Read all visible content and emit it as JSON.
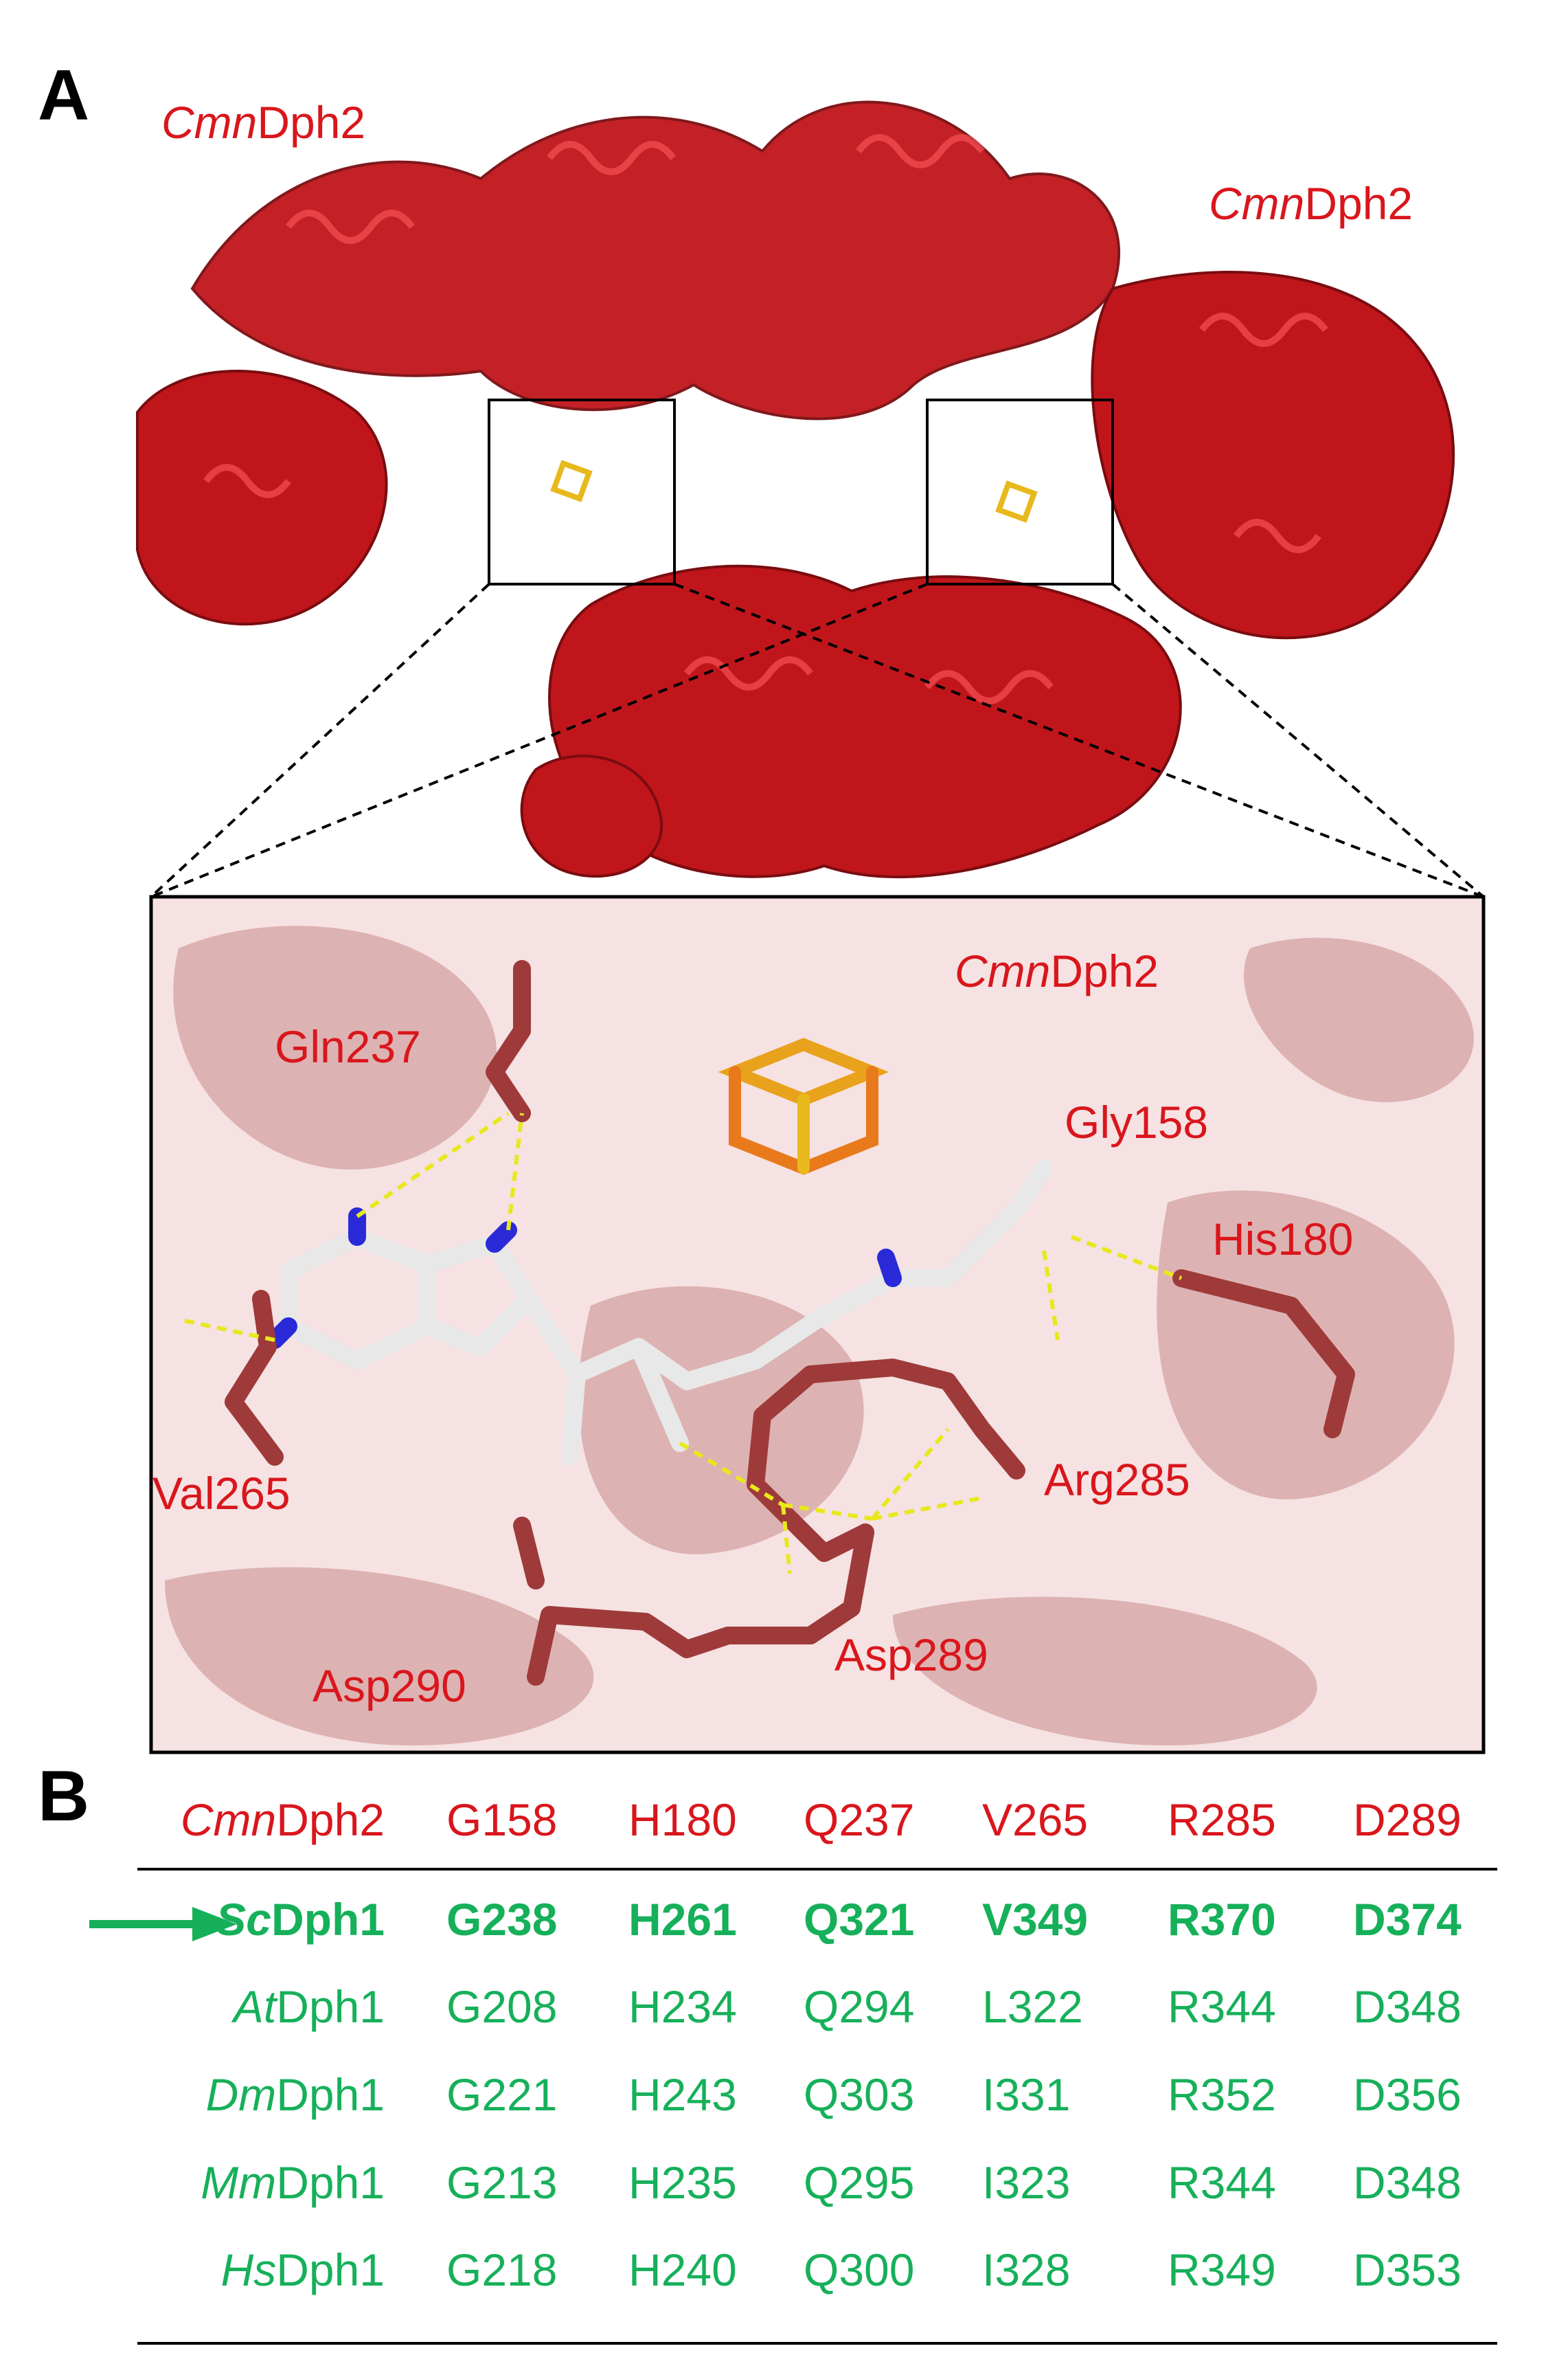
{
  "figure": {
    "panel_a_letter": "A",
    "panel_b_letter": "B",
    "structure_labels": {
      "top_left": {
        "italic": "Cmn",
        "rest": "Dph2"
      },
      "top_right": {
        "italic": "Cmn",
        "rest": "Dph2"
      },
      "inset": {
        "italic": "Cmn",
        "rest": "Dph2"
      }
    },
    "residue_labels": [
      "Gln237",
      "Gly158",
      "His180",
      "Val265",
      "Arg285",
      "Asp289",
      "Asp290"
    ]
  },
  "table": {
    "header": {
      "species_italic": "Cmn",
      "species_rest": "Dph2",
      "residues": [
        "G158",
        "H180",
        "Q237",
        "V265",
        "R285",
        "D289"
      ]
    },
    "rows": [
      {
        "species_italic": "Sc",
        "species_rest": "Dph1",
        "residues": [
          "G238",
          "H261",
          "Q321",
          "V349",
          "R370",
          "D374"
        ],
        "highlighted": true
      },
      {
        "species_italic": "At",
        "species_rest": "Dph1",
        "residues": [
          "G208",
          "H234",
          "Q294",
          "L322",
          "R344",
          "D348"
        ]
      },
      {
        "species_italic": "Dm",
        "species_rest": "Dph1",
        "residues": [
          "G221",
          "H243",
          "Q303",
          "I331",
          "R352",
          "D356"
        ]
      },
      {
        "species_italic": "Mm",
        "species_rest": "Dph1",
        "residues": [
          "G213",
          "H235",
          "Q295",
          "I323",
          "R344",
          "D348"
        ]
      },
      {
        "species_italic": "Hs",
        "species_rest": "Dph1",
        "residues": [
          "G218",
          "H240",
          "Q300",
          "I328",
          "R349",
          "D353"
        ]
      }
    ]
  },
  "colors": {
    "label_red": "#d9161c",
    "protein_red": "#c0161b",
    "table_green": "#16b05a"
  }
}
